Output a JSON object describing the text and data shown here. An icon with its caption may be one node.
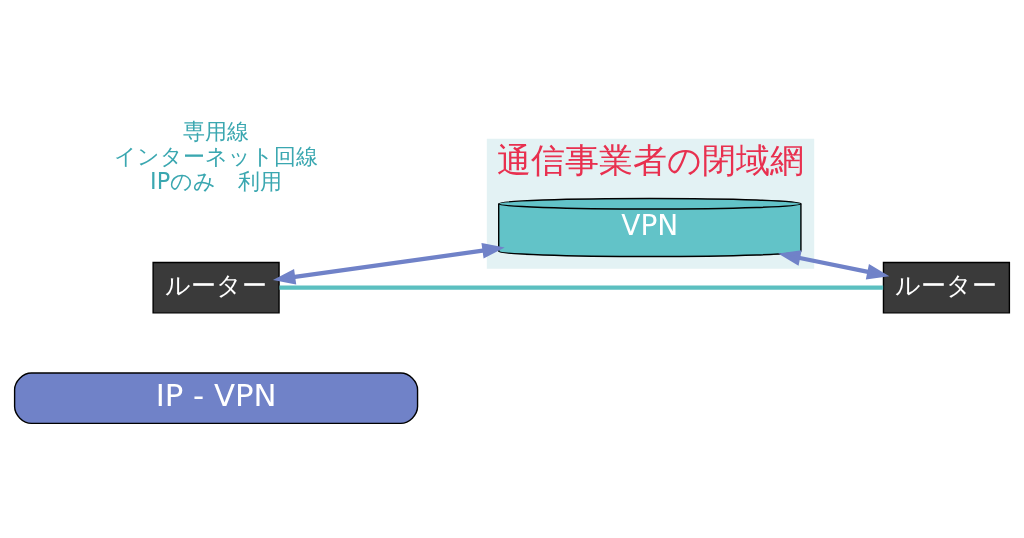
{
  "diagram": {
    "nodes": [
      {
        "text": [
          "IP - VPN"
        ]
      },
      {
        "text": [
          "通信事業者の閉域網"
        ]
      },
      {
        "text": [
          "VPN"
        ],
        "in": 1
      },
      {
        "text": [
          "ルーター"
        ]
      },
      {
        "text": [
          "ルーター"
        ]
      }
    ],
    "edges": [
      {
        "from": 3,
        "to": 2,
        "arrow": "both"
      },
      {
        "from": 2,
        "to": 4,
        "arrow": "both"
      },
      {
        "from": 3,
        "to": 4,
        "arrow": "none",
        "color": "#5bbfc0"
      }
    ],
    "labels": [
      "専用線",
      "インターネット回線",
      "IPのみ　利用"
    ]
  }
}
